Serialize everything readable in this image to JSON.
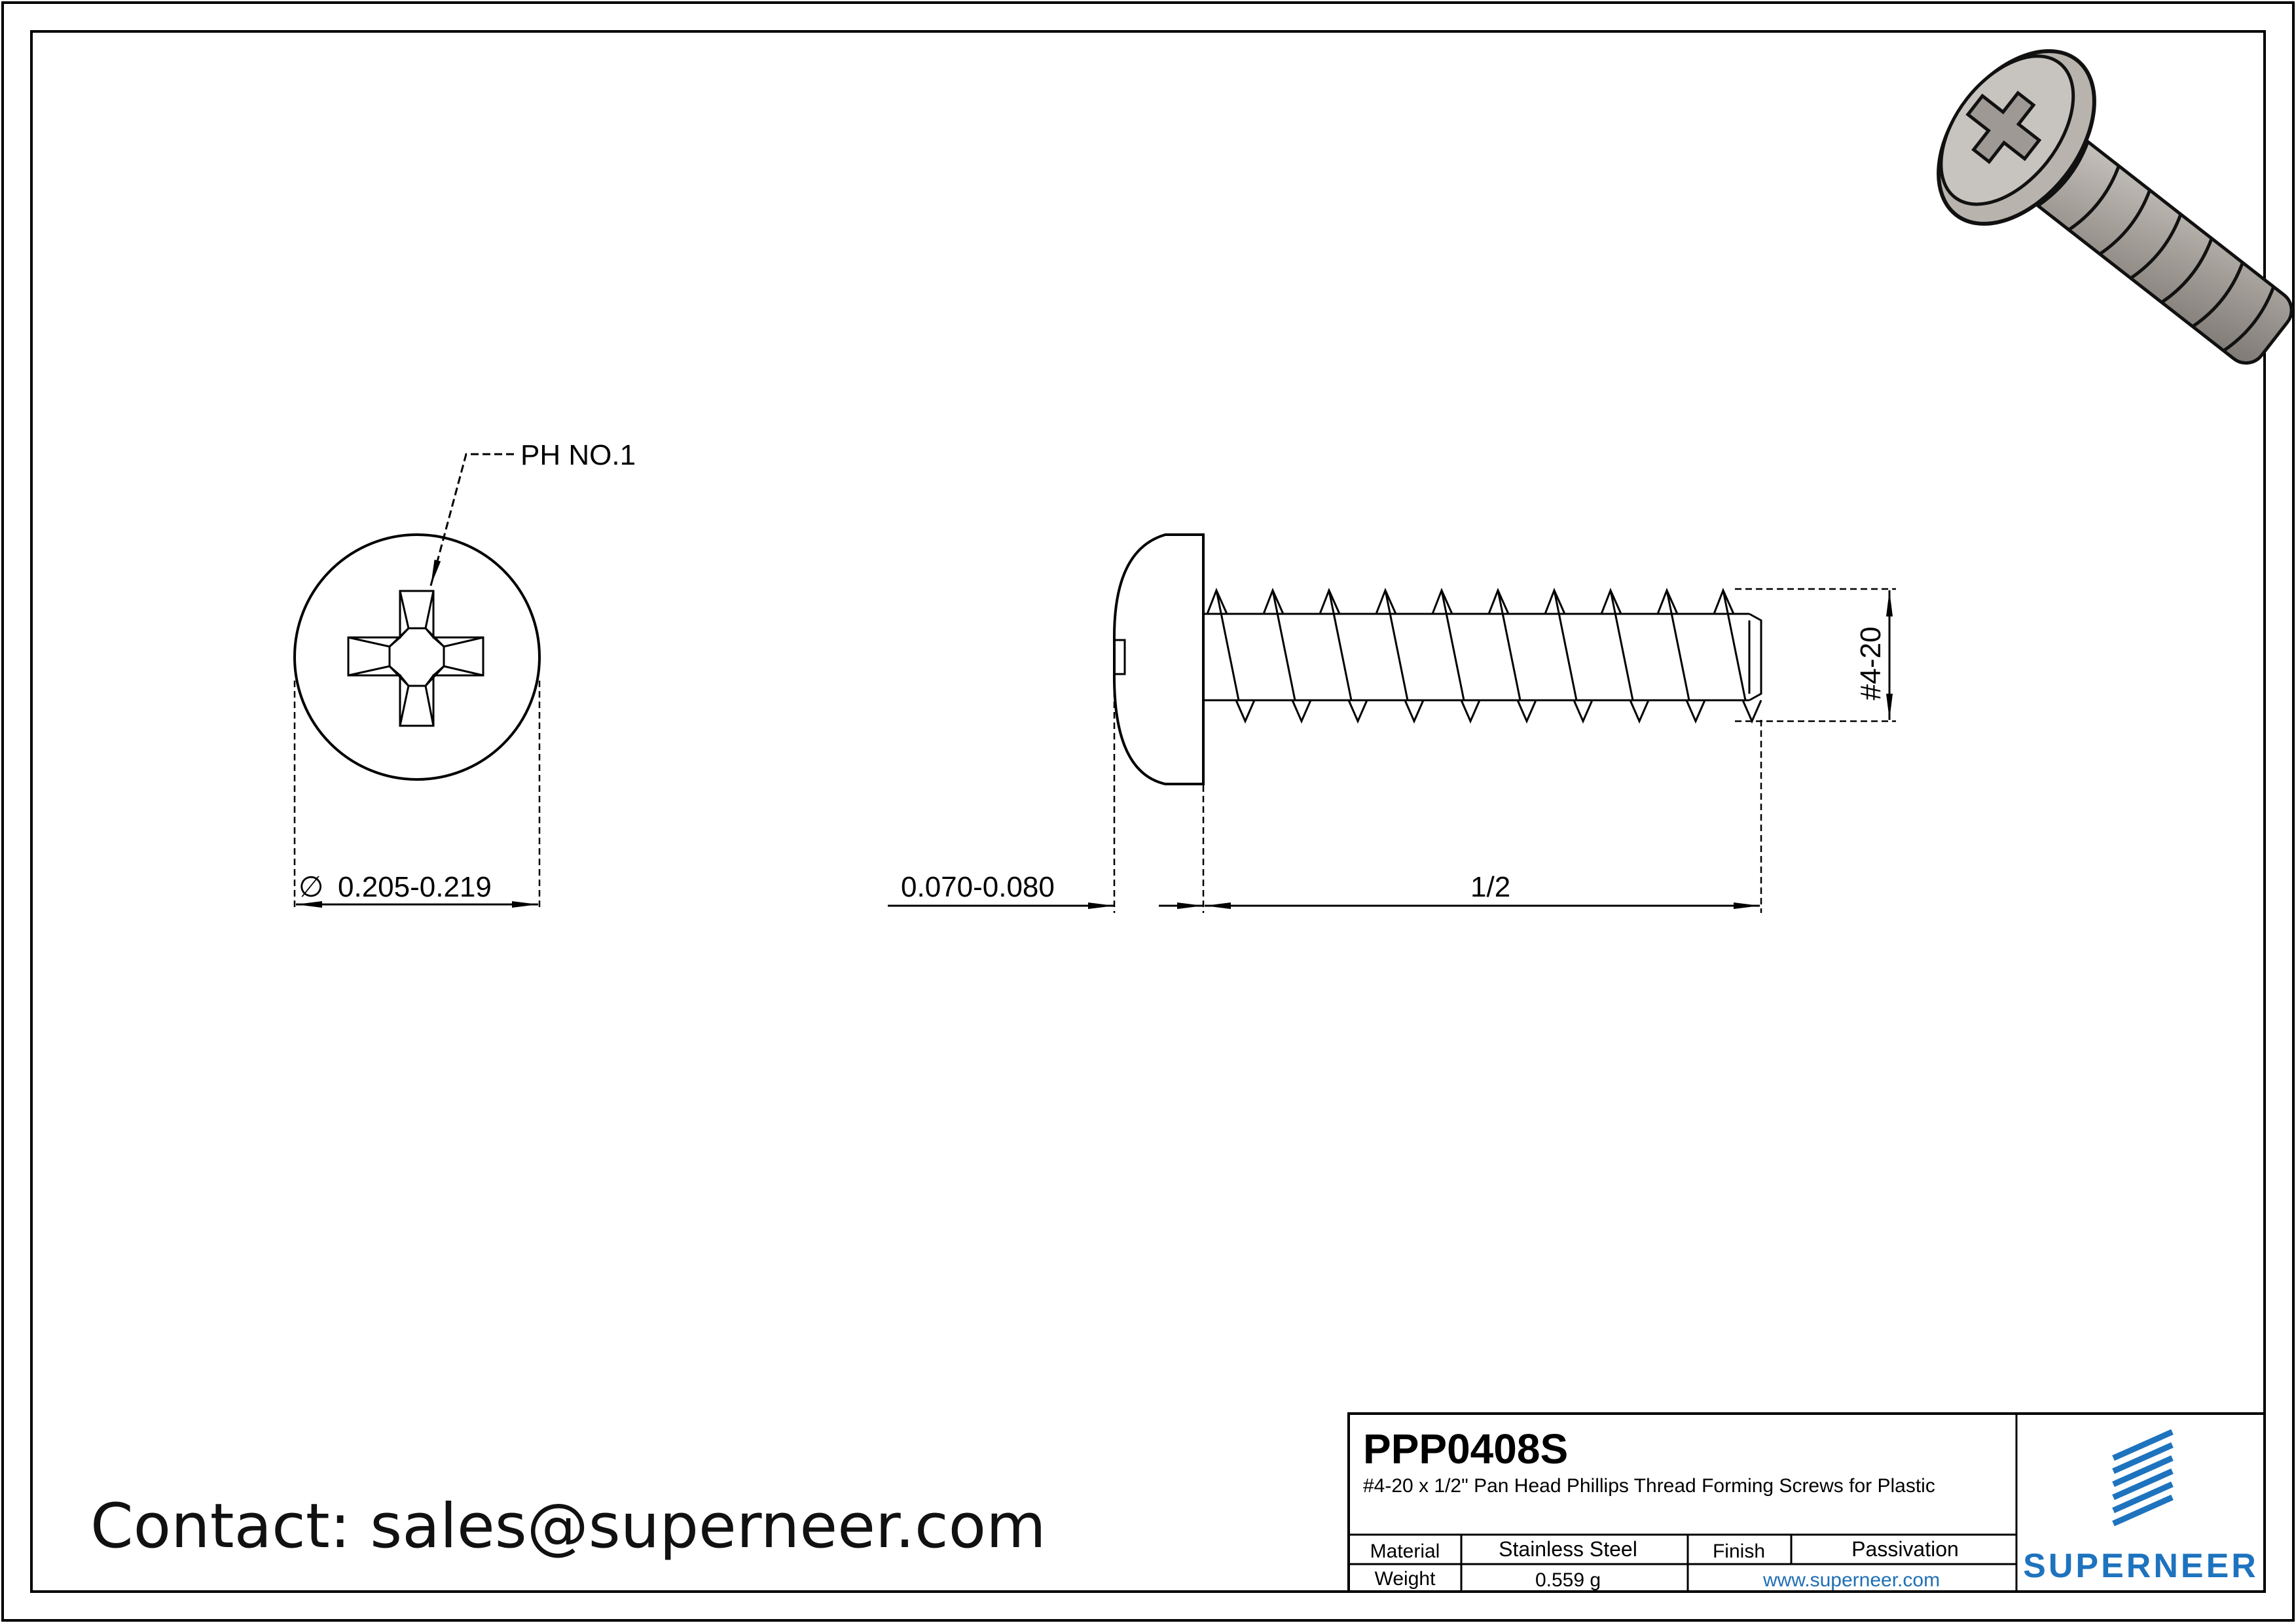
{
  "head_view": {
    "drive_label": "PH NO.1",
    "diameter_symbol": "∅",
    "diameter_value": "0.205-0.219"
  },
  "side_view": {
    "head_height": "0.070-0.080",
    "length": "1/2",
    "thread_size": "#4-20"
  },
  "title_block": {
    "part_number": "PPP0408S",
    "description": "#4-20 x 1/2\" Pan Head Phillips Thread Forming Screws for Plastic",
    "material_label": "Material",
    "material_value": "Stainless Steel",
    "finish_label": "Finish",
    "finish_value": "Passivation",
    "weight_label": "Weight",
    "weight_value": "0.559 g",
    "website": "www.superneer.com",
    "brand": "SUPERNEER"
  },
  "contact": "Contact: sales@superneer.com",
  "colors": {
    "line": "#000000",
    "brand_blue": "#1e73be",
    "link_blue": "#1f6fb5",
    "screw_fill": "#a9a49e"
  }
}
